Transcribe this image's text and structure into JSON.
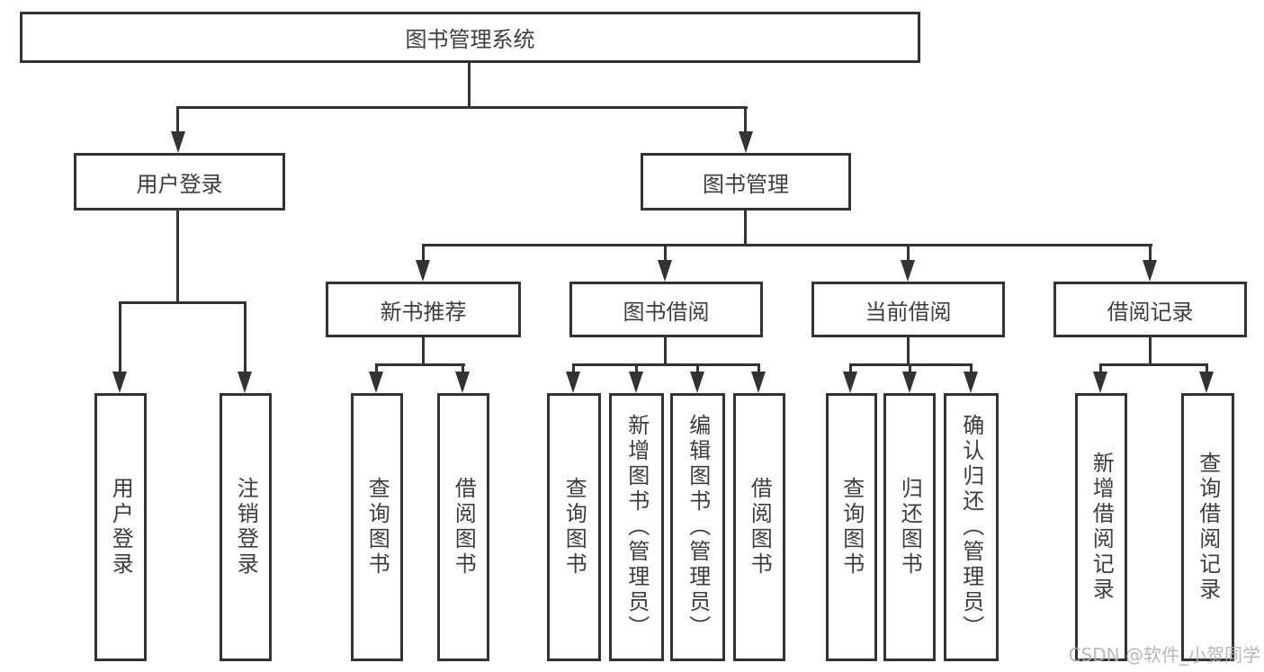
{
  "diagram": {
    "type": "hierarchy-tree",
    "colors": {
      "line": "#333333",
      "text": "#3d3d3d",
      "box_background": "#ffffff",
      "watermark": "#b0b0b0"
    },
    "root": {
      "label": "图书管理系统"
    },
    "branches": [
      {
        "label": "用户登录",
        "children": [
          {
            "label": "用户登录"
          },
          {
            "label": "注销登录"
          }
        ]
      },
      {
        "label": "图书管理",
        "sections": [
          {
            "label": "新书推荐",
            "children": [
              {
                "label": "查询图书"
              },
              {
                "label": "借阅图书"
              }
            ]
          },
          {
            "label": "图书借阅",
            "children": [
              {
                "label": "查询图书"
              },
              {
                "label": "新增图书（管理员）"
              },
              {
                "label": "编辑图书（管理员）"
              },
              {
                "label": "借阅图书"
              }
            ]
          },
          {
            "label": "当前借阅",
            "children": [
              {
                "label": "查询图书"
              },
              {
                "label": "归还图书"
              },
              {
                "label": "确认归还（管理员）"
              }
            ]
          },
          {
            "label": "借阅记录",
            "children": [
              {
                "label": "新增借阅记录"
              },
              {
                "label": "查询借阅记录"
              }
            ]
          }
        ]
      }
    ],
    "watermark": "CSDN @软件_小贺同学"
  }
}
